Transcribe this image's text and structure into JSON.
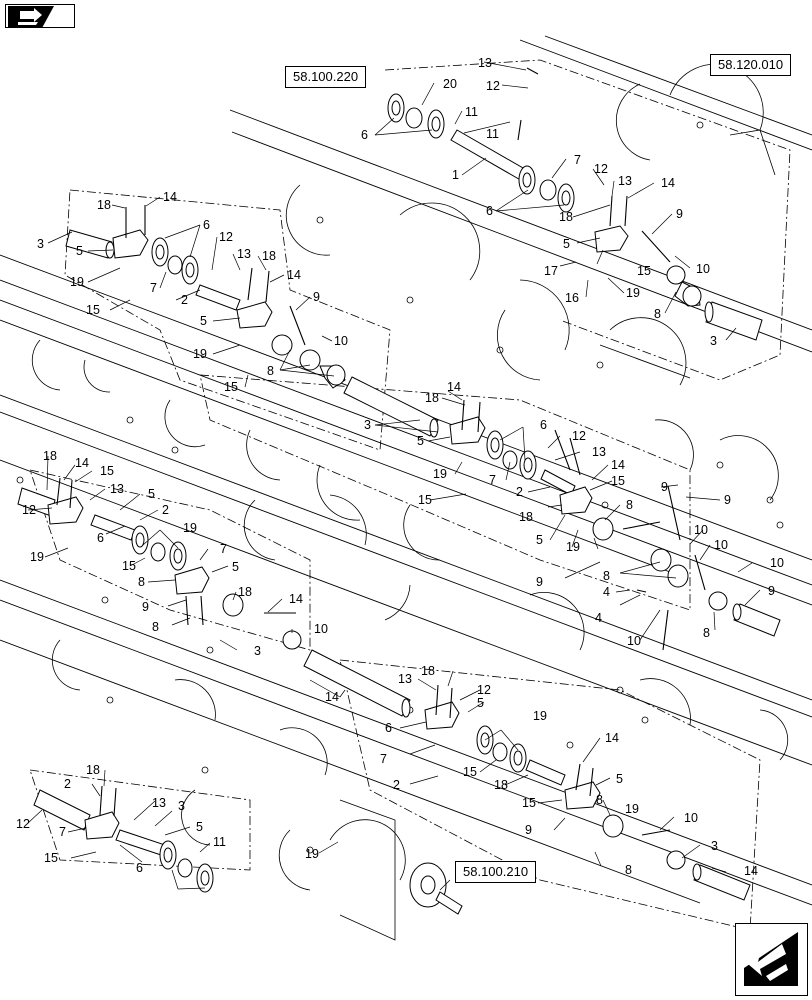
{
  "reference_boxes": [
    {
      "id": "ref_top",
      "label": "58.100.220"
    },
    {
      "id": "ref_right",
      "label": "58.120.010"
    },
    {
      "id": "ref_bottom",
      "label": "58.100.210"
    }
  ],
  "callouts": [
    {
      "id": "c1",
      "text": "13"
    },
    {
      "id": "c2",
      "text": "12"
    },
    {
      "id": "c3",
      "text": "20"
    },
    {
      "id": "c4",
      "text": "11"
    },
    {
      "id": "c5",
      "text": "6"
    },
    {
      "id": "c6",
      "text": "11"
    },
    {
      "id": "c7",
      "text": "1"
    },
    {
      "id": "c8",
      "text": "7"
    },
    {
      "id": "c9",
      "text": "12"
    },
    {
      "id": "c10",
      "text": "13"
    },
    {
      "id": "c11",
      "text": "14"
    },
    {
      "id": "c12",
      "text": "6"
    },
    {
      "id": "c13",
      "text": "18"
    },
    {
      "id": "c14",
      "text": "9"
    },
    {
      "id": "c15",
      "text": "5"
    },
    {
      "id": "c16",
      "text": "15"
    },
    {
      "id": "c17",
      "text": "10"
    },
    {
      "id": "c18",
      "text": "17"
    },
    {
      "id": "c19",
      "text": "19"
    },
    {
      "id": "c20",
      "text": "16"
    },
    {
      "id": "c21",
      "text": "8"
    },
    {
      "id": "c22",
      "text": "3"
    },
    {
      "id": "c23",
      "text": "18"
    },
    {
      "id": "c24",
      "text": "14"
    },
    {
      "id": "c25",
      "text": "3"
    },
    {
      "id": "c26",
      "text": "6"
    },
    {
      "id": "c27",
      "text": "12"
    },
    {
      "id": "c28",
      "text": "5"
    },
    {
      "id": "c29",
      "text": "13"
    },
    {
      "id": "c30",
      "text": "19"
    },
    {
      "id": "c31",
      "text": "18"
    },
    {
      "id": "c32",
      "text": "7"
    },
    {
      "id": "c33",
      "text": "14"
    },
    {
      "id": "c34",
      "text": "2"
    },
    {
      "id": "c35",
      "text": "15"
    },
    {
      "id": "c36",
      "text": "9"
    },
    {
      "id": "c37",
      "text": "5"
    },
    {
      "id": "c38",
      "text": "10"
    },
    {
      "id": "c39",
      "text": "19"
    },
    {
      "id": "c40",
      "text": "8"
    },
    {
      "id": "c41",
      "text": "15"
    },
    {
      "id": "c42",
      "text": "14"
    },
    {
      "id": "c43",
      "text": "18"
    },
    {
      "id": "c44",
      "text": "3"
    },
    {
      "id": "c45",
      "text": "6"
    },
    {
      "id": "c46",
      "text": "12"
    },
    {
      "id": "c47",
      "text": "5"
    },
    {
      "id": "c48",
      "text": "13"
    },
    {
      "id": "c49",
      "text": "19"
    },
    {
      "id": "c50",
      "text": "14"
    },
    {
      "id": "c51",
      "text": "7"
    },
    {
      "id": "c52",
      "text": "2"
    },
    {
      "id": "c53",
      "text": "15"
    },
    {
      "id": "c54",
      "text": "15"
    },
    {
      "id": "c55",
      "text": "8"
    },
    {
      "id": "c56",
      "text": "9"
    },
    {
      "id": "c57",
      "text": "9"
    },
    {
      "id": "c58",
      "text": "18"
    },
    {
      "id": "c59",
      "text": "5"
    },
    {
      "id": "c60",
      "text": "10"
    },
    {
      "id": "c61",
      "text": "19"
    },
    {
      "id": "c62",
      "text": "10"
    },
    {
      "id": "c63",
      "text": "9"
    },
    {
      "id": "c64",
      "text": "8"
    },
    {
      "id": "c65",
      "text": "10"
    },
    {
      "id": "c66",
      "text": "4"
    },
    {
      "id": "c67",
      "text": "8"
    },
    {
      "id": "c68",
      "text": "9"
    },
    {
      "id": "c69",
      "text": "10"
    },
    {
      "id": "c70",
      "text": "4"
    },
    {
      "id": "c71",
      "text": "18"
    },
    {
      "id": "c72",
      "text": "14"
    },
    {
      "id": "c73",
      "text": "15"
    },
    {
      "id": "c74",
      "text": "13"
    },
    {
      "id": "c75",
      "text": "5"
    },
    {
      "id": "c76",
      "text": "12"
    },
    {
      "id": "c77",
      "text": "2"
    },
    {
      "id": "c78",
      "text": "6"
    },
    {
      "id": "c79",
      "text": "19"
    },
    {
      "id": "c80",
      "text": "19"
    },
    {
      "id": "c81",
      "text": "7"
    },
    {
      "id": "c82",
      "text": "15"
    },
    {
      "id": "c83",
      "text": "5"
    },
    {
      "id": "c84",
      "text": "8"
    },
    {
      "id": "c85",
      "text": "18"
    },
    {
      "id": "c86",
      "text": "9"
    },
    {
      "id": "c87",
      "text": "14"
    },
    {
      "id": "c88",
      "text": "8"
    },
    {
      "id": "c89",
      "text": "10"
    },
    {
      "id": "c90",
      "text": "3"
    },
    {
      "id": "c91",
      "text": "14"
    },
    {
      "id": "c92",
      "text": "18"
    },
    {
      "id": "c93",
      "text": "13"
    },
    {
      "id": "c94",
      "text": "12"
    },
    {
      "id": "c95",
      "text": "5"
    },
    {
      "id": "c96",
      "text": "6"
    },
    {
      "id": "c97",
      "text": "19"
    },
    {
      "id": "c98",
      "text": "7"
    },
    {
      "id": "c99",
      "text": "15"
    },
    {
      "id": "c100",
      "text": "2"
    },
    {
      "id": "c101",
      "text": "18"
    },
    {
      "id": "c102",
      "text": "14"
    },
    {
      "id": "c103",
      "text": "5"
    },
    {
      "id": "c104",
      "text": "15"
    },
    {
      "id": "c105",
      "text": "8"
    },
    {
      "id": "c106",
      "text": "19"
    },
    {
      "id": "c107",
      "text": "9"
    },
    {
      "id": "c108",
      "text": "10"
    },
    {
      "id": "c109",
      "text": "8"
    },
    {
      "id": "c110",
      "text": "3"
    },
    {
      "id": "c111",
      "text": "14"
    },
    {
      "id": "c112",
      "text": "18"
    },
    {
      "id": "c113",
      "text": "2"
    },
    {
      "id": "c114",
      "text": "13"
    },
    {
      "id": "c115",
      "text": "3"
    },
    {
      "id": "c116",
      "text": "12"
    },
    {
      "id": "c117",
      "text": "5"
    },
    {
      "id": "c118",
      "text": "7"
    },
    {
      "id": "c119",
      "text": "11"
    },
    {
      "id": "c120",
      "text": "19"
    },
    {
      "id": "c121",
      "text": "15"
    },
    {
      "id": "c122",
      "text": "6"
    }
  ]
}
